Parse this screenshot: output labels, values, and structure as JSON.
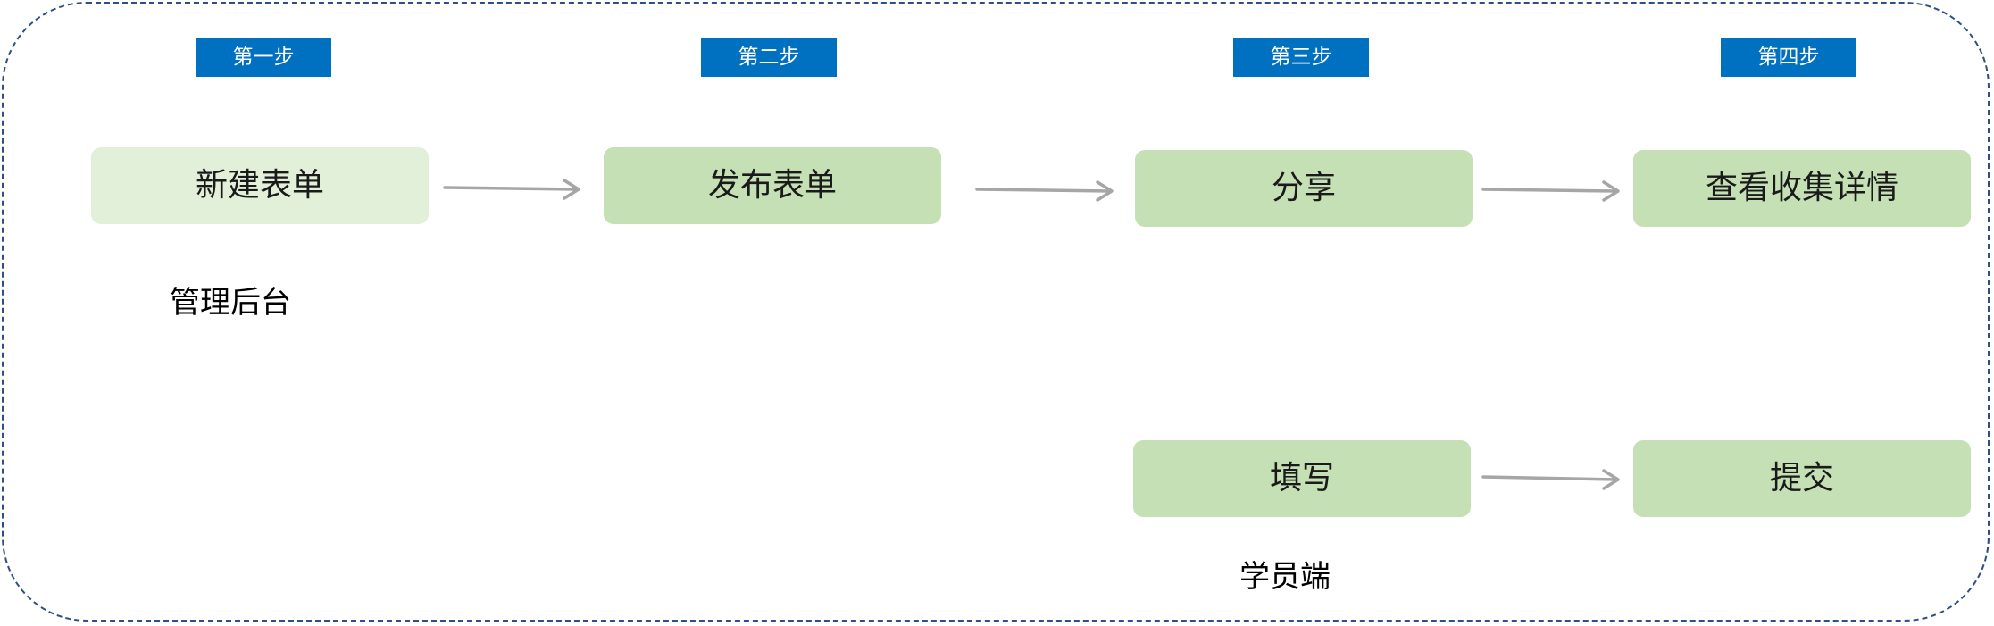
{
  "steps": {
    "step1": "第一步",
    "step2": "第二步",
    "step3": "第三步",
    "step4": "第四步"
  },
  "nodes": {
    "create_form": "新建表单",
    "publish_form": "发布表单",
    "share": "分享",
    "view_details": "查看收集详情",
    "fill_in": "填写",
    "submit": "提交"
  },
  "captions": {
    "admin_backend": "管理后台",
    "student_side": "学员端"
  },
  "colors": {
    "step_tag": "#0070c0",
    "node_light": "#e2efd9",
    "node": "#c5e0b4",
    "arrow": "#a6a6a6",
    "frame_border": "#2f4f8a"
  }
}
